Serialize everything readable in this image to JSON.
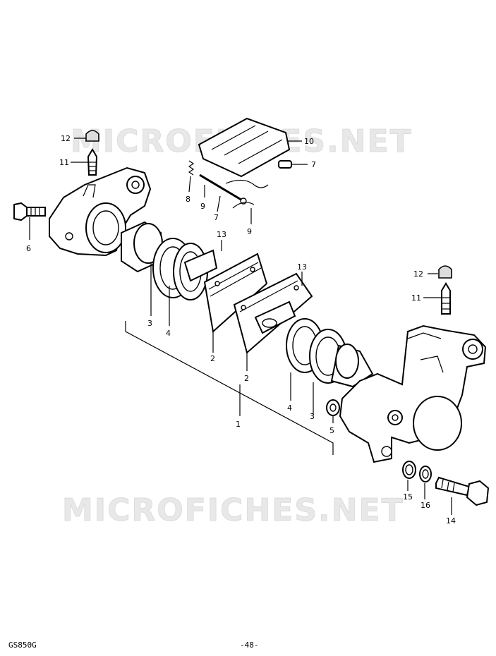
{
  "watermark": {
    "text_top": "MICROFICHES.NET",
    "text_bottom": "MICROFICHES.NET"
  },
  "footer": {
    "model": "GS850G",
    "page": "-48-"
  },
  "callouts": {
    "c1": "1",
    "c2a": "2",
    "c2b": "2",
    "c3a": "3",
    "c3b": "3",
    "c4a": "4",
    "c4b": "4",
    "c5": "5",
    "c6": "6",
    "c7a": "7",
    "c7b": "7",
    "c8": "8",
    "c9a": "9",
    "c9b": "9",
    "c10": "10",
    "c11a": "11",
    "c11b": "11",
    "c12a": "12",
    "c12b": "12",
    "c13a": "13",
    "c13b": "13",
    "c14": "14",
    "c15": "15",
    "c16": "16"
  }
}
